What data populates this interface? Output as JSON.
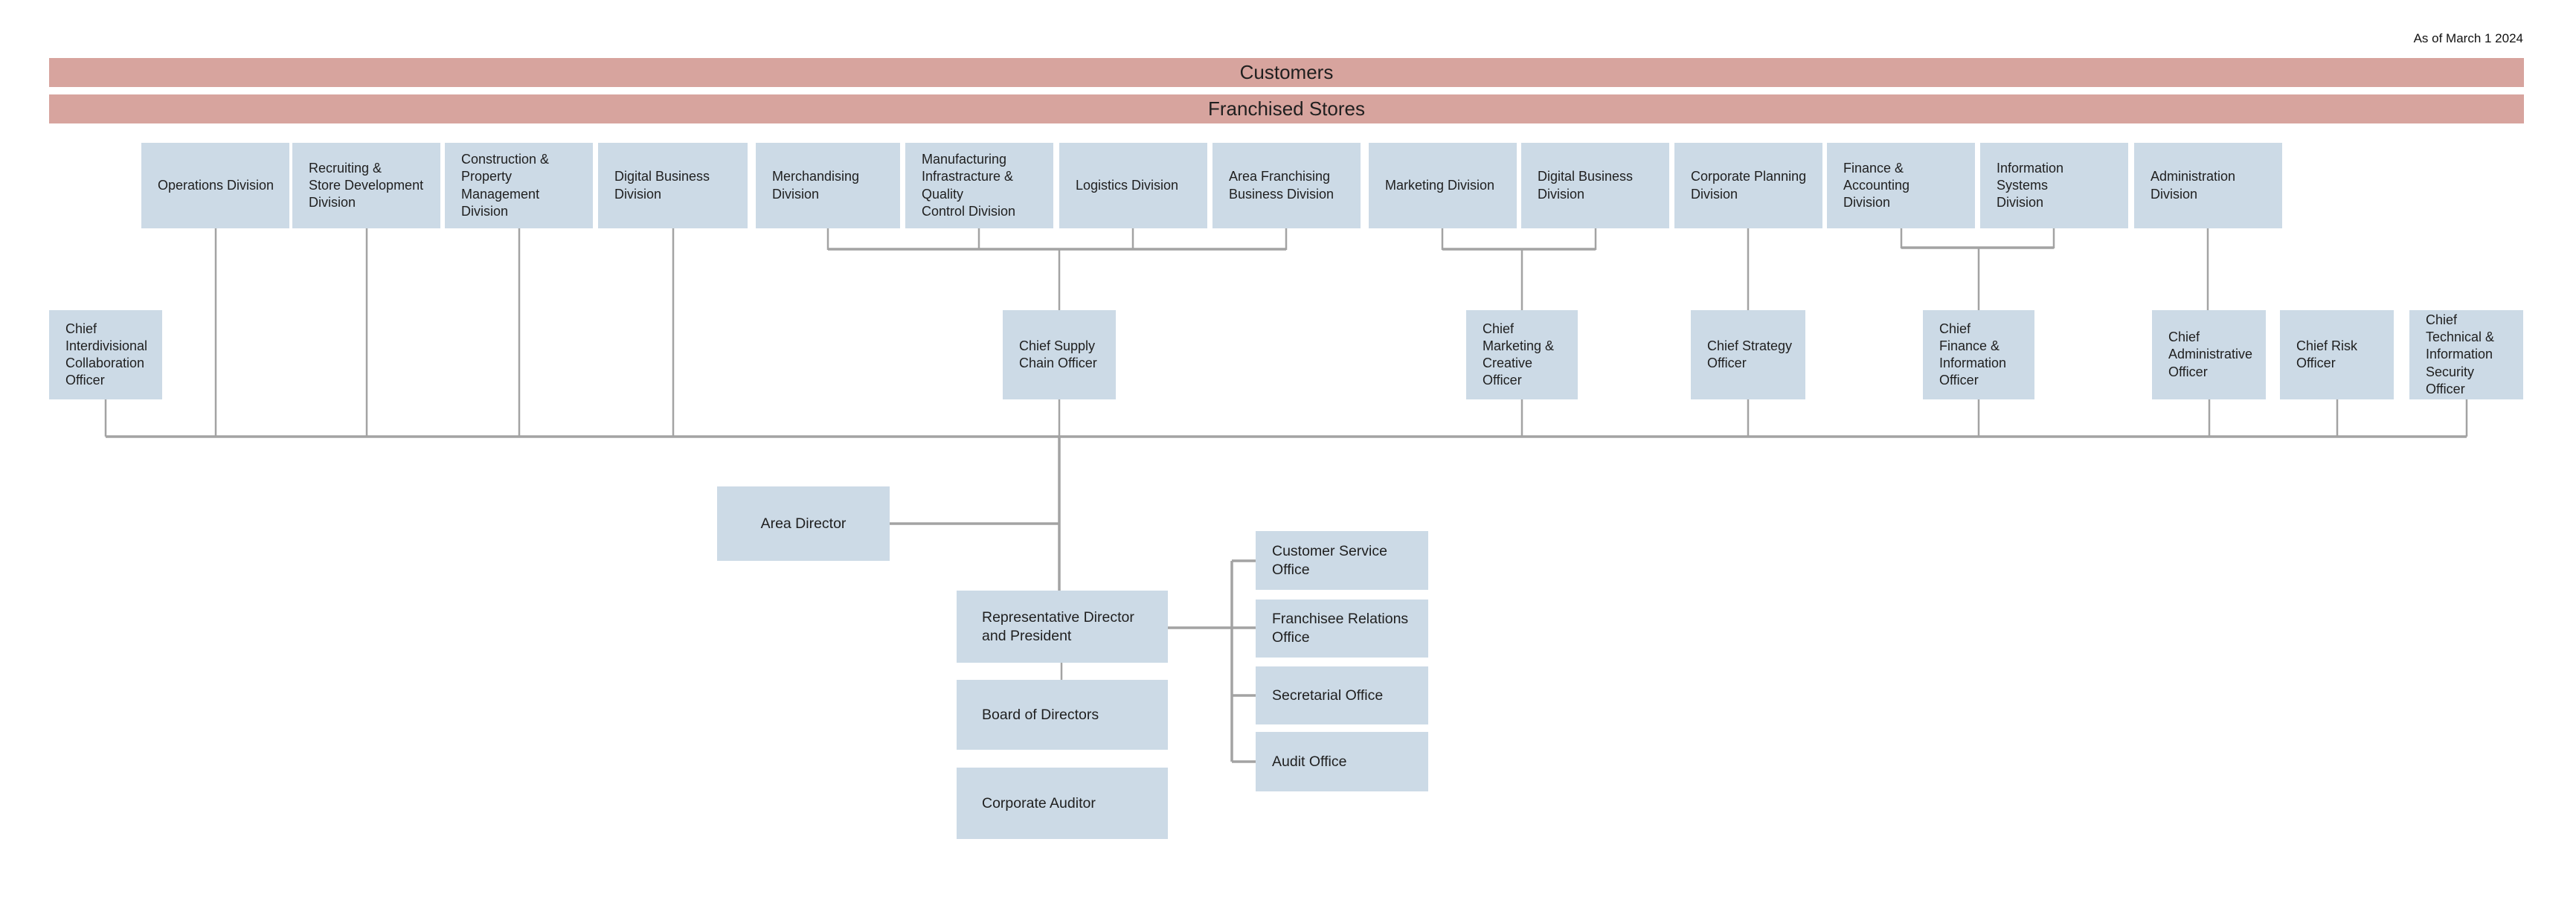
{
  "meta": {
    "as_of_label": "As of March 1 2024"
  },
  "colors": {
    "banner": "#d7a49e",
    "box": "#ccdae6",
    "line": "#a3a3a3",
    "text": "#1f1f1f"
  },
  "banners": [
    {
      "label": "Customers"
    },
    {
      "label": "Franchised Stores"
    }
  ],
  "divisions": [
    {
      "label": "Operations Division"
    },
    {
      "label": "Recruiting &\nStore Development\nDivision"
    },
    {
      "label": "Construction &\nProperty Management\nDivision"
    },
    {
      "label": "Digital Business\nDivision"
    },
    {
      "label": "Merchandising\nDivision"
    },
    {
      "label": "Manufacturing\nInfrastracture & Quality\nControl Division"
    },
    {
      "label": "Logistics Division"
    },
    {
      "label": "Area Franchising\nBusiness Division"
    },
    {
      "label": "Marketing Division"
    },
    {
      "label": "Digital Business\nDivision"
    },
    {
      "label": "Corporate Planning\nDivision"
    },
    {
      "label": "Finance & Accounting\nDivision"
    },
    {
      "label": "Information Systems\nDivision"
    },
    {
      "label": "Administration\nDivision"
    }
  ],
  "officers": [
    {
      "label": "Chief\nInterdivisional\nCollaboration\nOfficer"
    },
    {
      "label": "Chief Supply\nChain Officer"
    },
    {
      "label": "Chief\nMarketing &\nCreative Officer"
    },
    {
      "label": "Chief Strategy\nOfficer"
    },
    {
      "label": "Chief\nFinance &\nInformation\nOfficer"
    },
    {
      "label": "Chief\nAdministrative\nOfficer"
    },
    {
      "label": "Chief Risk\nOfficer"
    },
    {
      "label": "Chief\nTechnical &\nInformation\nSecurity Officer"
    }
  ],
  "executive": {
    "area_director": "Area Director",
    "representative_director": "Representative Director\nand President",
    "board_of_directors": "Board of Directors",
    "corporate_auditor": "Corporate Auditor"
  },
  "offices": [
    {
      "label": "Customer Service\nOffice"
    },
    {
      "label": "Franchisee Relations\nOffice"
    },
    {
      "label": "Secretarial Office"
    },
    {
      "label": "Audit Office"
    }
  ]
}
